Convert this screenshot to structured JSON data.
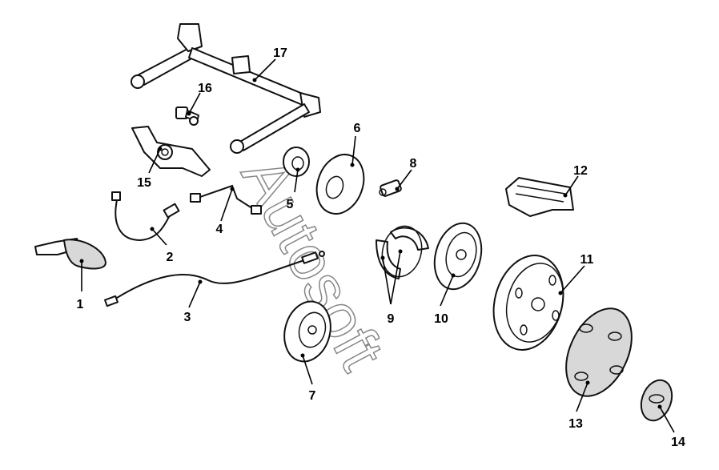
{
  "watermark": "Autosoft",
  "callouts": [
    {
      "id": "1",
      "label": "1"
    },
    {
      "id": "2",
      "label": "2"
    },
    {
      "id": "3",
      "label": "3"
    },
    {
      "id": "4",
      "label": "4"
    },
    {
      "id": "5",
      "label": "5"
    },
    {
      "id": "6",
      "label": "6"
    },
    {
      "id": "7",
      "label": "7"
    },
    {
      "id": "8",
      "label": "8"
    },
    {
      "id": "9",
      "label": "9"
    },
    {
      "id": "10",
      "label": "10"
    },
    {
      "id": "11",
      "label": "11"
    },
    {
      "id": "12",
      "label": "12"
    },
    {
      "id": "13",
      "label": "13"
    },
    {
      "id": "14",
      "label": "14"
    },
    {
      "id": "15",
      "label": "15"
    },
    {
      "id": "16",
      "label": "16"
    },
    {
      "id": "17",
      "label": "17"
    }
  ]
}
